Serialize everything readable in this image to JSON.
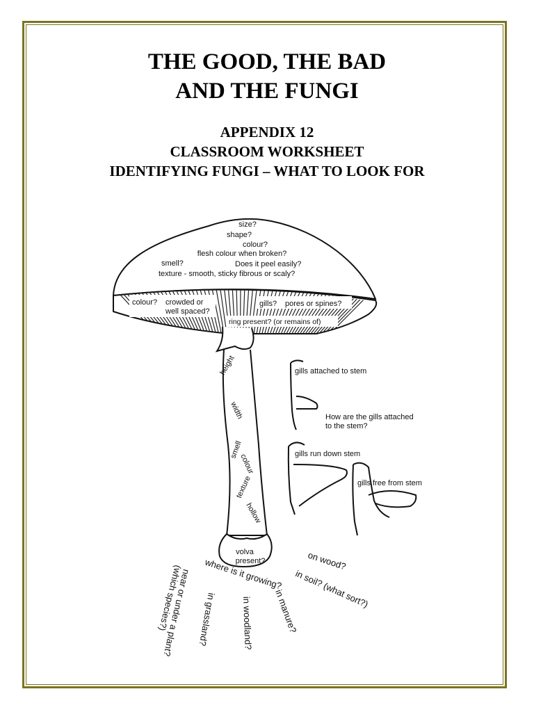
{
  "header": {
    "title_line1": "THE GOOD, THE BAD",
    "title_line2": "AND THE FUNGI",
    "subtitle_line1": "APPENDIX 12",
    "subtitle_line2": "CLASSROOM WORKSHEET",
    "subtitle_line3": "IDENTIFYING FUNGI – WHAT TO LOOK FOR"
  },
  "cap_labels": {
    "size": "size?",
    "shape": "shape?",
    "colour": "colour?",
    "flesh": "flesh colour when broken?",
    "smell": "smell?",
    "peel": "Does it peel easily?",
    "texture": "texture - smooth, sticky fibrous or scaly?"
  },
  "gill_labels": {
    "colour": "colour?",
    "crowded": "crowded or",
    "spaced": "well spaced?",
    "gills": "gills?",
    "pores": "pores or spines?",
    "ring": "ring present? (or remains of)"
  },
  "stem_labels": {
    "height": "height",
    "width": "width",
    "smell": "smell",
    "colour": "colour",
    "texture": "texture",
    "hollow": "hollow"
  },
  "volva_labels": {
    "line1": "volva",
    "line2": "present?"
  },
  "gill_attachment": {
    "attached": "gills attached to stem",
    "question_line1": "How are the gills attached",
    "question_line2": "to the stem?",
    "run_down": "gills run down stem",
    "free": "gills free from stem"
  },
  "habitat_labels": {
    "where": "where is it growing?",
    "wood": "on wood?",
    "soil": "in soil? (what sort?)",
    "manure": "in manure?",
    "woodland": "in woodland?",
    "grassland": "in grassland?",
    "near_plant": "near or under a plant?",
    "which_species": "(which species?)"
  }
}
